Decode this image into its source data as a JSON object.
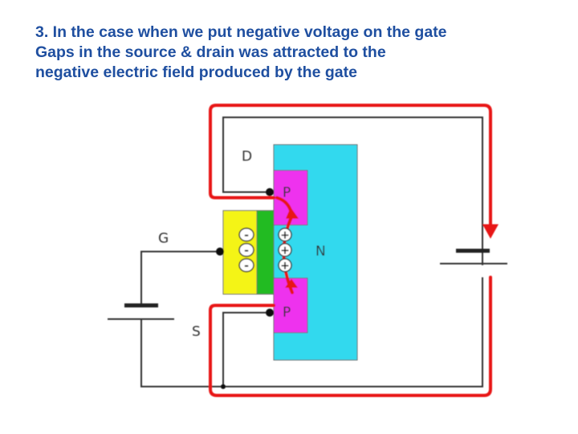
{
  "heading": {
    "line1": "3. In the case when we put negative voltage on the gate",
    "line2": "Gaps in the source & drain was attracted to the",
    "line3": "negative electric field produced by the gate"
  },
  "labels": {
    "drain": "D",
    "gate": "G",
    "source": "S",
    "p_top": "P",
    "p_bottom": "P",
    "n_region": "N"
  },
  "gate_charges": [
    "-",
    "-",
    "-"
  ],
  "hole_charges": [
    "+",
    "+",
    "+"
  ],
  "colors": {
    "text_blue": "#1f4fa0",
    "n_substrate": "#33d9ee",
    "p_region": "#ee33ee",
    "gate_metal": "#f4f414",
    "oxide": "#22bb22",
    "hole_flow": "#e81818",
    "wire": "#333333"
  }
}
